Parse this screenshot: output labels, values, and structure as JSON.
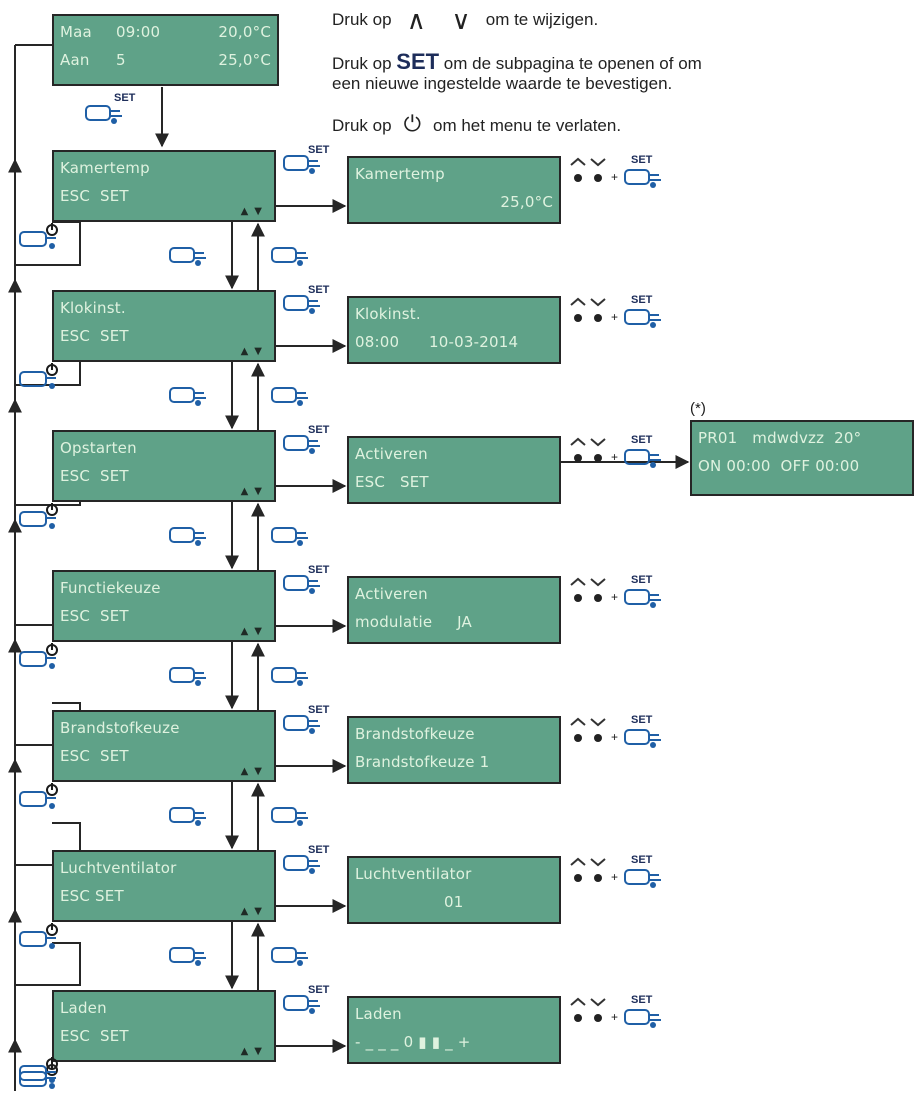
{
  "instructions": {
    "line1_prefix": "Druk op",
    "line1_suffix": "om te wijzigen.",
    "line2_prefix": "Druk op",
    "line2_key": "SET",
    "line2_suffix": "om de subpagina te openen of om",
    "line3": "een nieuwe ingestelde waarde te bevestigen.",
    "line4_prefix": "Druk op",
    "line4_suffix": "om het menu te verlaten."
  },
  "main_screen": {
    "l1a": "Maa",
    "l1b": "09:00",
    "l1c": "20,0°C",
    "l2a": "Aan",
    "l2b": "5",
    "l2c": "25,0°C"
  },
  "set_label": "SET",
  "esc_set": "ESC  SET",
  "menus": [
    {
      "title": "Kamertemp",
      "line2": "ESC  SET",
      "sub1": "Kamertemp",
      "sub2": "25,0°C"
    },
    {
      "title": "Klokinst.",
      "line2": "ESC  SET",
      "sub1": "Klokinst.",
      "sub2": "08:00      10-03-2014"
    },
    {
      "title": "Opstarten",
      "line2": "ESC  SET",
      "sub1": "Activeren",
      "sub2": "ESC   SET"
    },
    {
      "title": "Functiekeuze",
      "line2": "ESC  SET",
      "sub1": "Activeren",
      "sub2": "modulatie     JA"
    },
    {
      "title": "Brandstofkeuze",
      "line2": "ESC  SET",
      "sub1": "Brandstofkeuze",
      "sub2": "Brandstofkeuze 1"
    },
    {
      "title": "Luchtventilator",
      "line2": "ESC SET",
      "sub1": "Luchtventilator",
      "sub2": "01"
    },
    {
      "title": "Laden",
      "line2": "ESC  SET",
      "sub1": "Laden",
      "sub2": "- _ _ _ 0 ▮ ▮ _ +"
    }
  ],
  "program_screen": {
    "star": "(*)",
    "l1": "PR01   mdwdvzz  20°",
    "l2": "ON 00:00  OFF 00:00"
  },
  "colors": {
    "lcd": "#5fa288",
    "line": "#262626",
    "hand": "#1f5fa6"
  }
}
